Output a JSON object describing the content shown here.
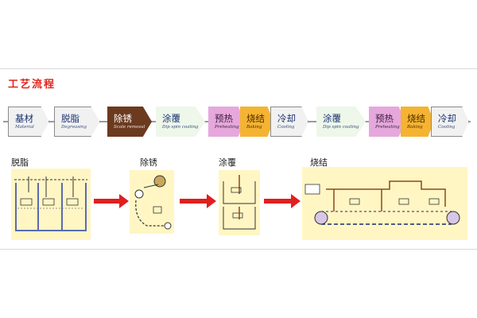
{
  "title": "工艺流程",
  "steps": [
    {
      "cn": "基材",
      "en": "Material",
      "style": "white"
    },
    {
      "cn": "脱脂",
      "en": "Degreasing",
      "style": "white"
    },
    {
      "cn": "除锈",
      "en": "Scale removal",
      "style": "dark"
    },
    {
      "cn": "涂覆",
      "en": "Dip spin coating",
      "style": "green"
    },
    {
      "cn": "预热",
      "en": "Preheating",
      "style": "pink"
    },
    {
      "cn": "烧结",
      "en": "Baking",
      "style": "orange"
    },
    {
      "cn": "冷却",
      "en": "Cooling",
      "style": "white"
    },
    {
      "cn": "涂覆",
      "en": "Dip spin coating",
      "style": "green"
    },
    {
      "cn": "预热",
      "en": "Preheating",
      "style": "pink"
    },
    {
      "cn": "烧结",
      "en": "Baking",
      "style": "orange"
    },
    {
      "cn": "冷却",
      "en": "Cooling",
      "style": "white"
    }
  ],
  "stages": [
    {
      "label": "脱脂"
    },
    {
      "label": "除锈"
    },
    {
      "label": "涂覆"
    },
    {
      "label": "烧结"
    }
  ],
  "colors": {
    "title": "#e0251b",
    "arrow": "#e01f1f",
    "box": "#fff6c4",
    "line": "#333333",
    "tank": "#5a6bb0"
  }
}
